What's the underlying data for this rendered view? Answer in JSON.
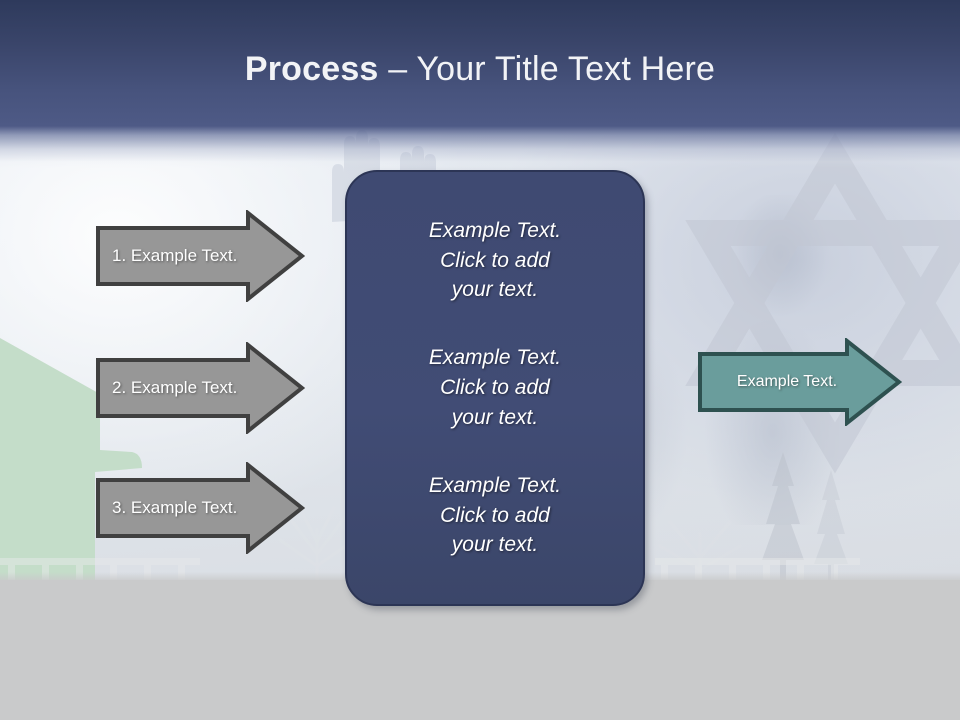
{
  "slide": {
    "title_bold": "Process",
    "title_rest": " – Your Title Text Here"
  },
  "colors": {
    "header_top": "#2e3a5c",
    "header_bottom": "#4e5a86",
    "box_fill": "#40507c",
    "box_border": "#2c3555",
    "arrow_grey_fill": "#979797",
    "arrow_grey_border": "#404040",
    "arrow_teal_fill": "#6a9d9c",
    "arrow_teal_border": "#2e5150",
    "bottom_band": "#c9cacb",
    "green_shape": "#c4ddc9"
  },
  "steps": [
    {
      "label": "1. Example Text."
    },
    {
      "label": "2. Example Text."
    },
    {
      "label": "3. Example Text."
    }
  ],
  "center_box": {
    "paragraphs": [
      "Example Text.\nClick  to add\nyour text.",
      "Example Text.\nClick  to add\nyour text.",
      "Example Text.\nClick  to add\nyour text."
    ]
  },
  "result_arrow": {
    "label": "Example Text."
  }
}
